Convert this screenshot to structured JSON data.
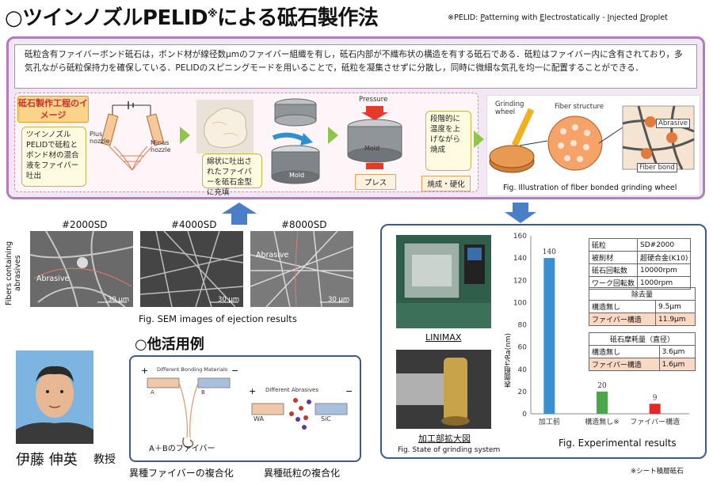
{
  "title": {
    "main": "○ツインノズルPELID",
    "sup": "※",
    "tail": "による砥石製作法"
  },
  "title_note": {
    "prefix": "※PELID: ",
    "p": "P",
    "w1": "atterning with ",
    "e": "E",
    "w2": "lectrostatically - ",
    "i": "I",
    "w3": "njected ",
    "d": "D",
    "w4": "roplet"
  },
  "intro_text": "砥粒含有ファイバーボンド砥石は，ボンド材が線径数μmのファイバー組織を有し，砥石内部が不織布状の構造を有する砥石である．砥粒はファイバー内に含有されており，多気孔ながら砥粒保持力を確保している．PELIDのスピニングモードを用いることで，砥粒を凝集させずに分散し，同時に微細な気孔を均一に配置することができる．",
  "process": {
    "tag": "砥石製作工程のイメージ",
    "step1": "ツインノズルPELIDで砥粒とボンド材の混合液をファイバー吐出",
    "plus_nozzle": "Plus nozzle",
    "minus_nozzle": "Minus nozzle",
    "step2": "綿状に吐出されたファイバーを砥石金型に充填",
    "mold_label": "Mold",
    "mold_label2": "Mold",
    "pressure": "Pressure",
    "press": "プレス",
    "step3": "段階的に温度を上げながら焼成",
    "fire": "焼成・硬化"
  },
  "fig_illust": {
    "grinding_wheel": "Grinding wheel",
    "fiber_structure": "Fiber structure",
    "abrasive": "Abrasive",
    "fiber_bond": "Fiber bond",
    "caption": "Fig. Illustration of fiber bonded grinding wheel"
  },
  "sem": {
    "labels": [
      "#2000SD",
      "#4000SD",
      "#8000SD"
    ],
    "side": "Fibers containing abrasives",
    "abrasive": "Abrasive",
    "abrasive2": "Abrasive",
    "scale": "30 μm",
    "caption": "Fig. SEM images of ejection results"
  },
  "person": {
    "name": "伊藤 伸英",
    "role": "教授"
  },
  "other": {
    "title": "○他活用例",
    "diff_bonding": "Different Bonding Materials",
    "diff_abrasives": "Different Abrasives",
    "ab_fiber": "A＋Bのファイバー",
    "wa": "WA",
    "sic": "SiC",
    "a": "A",
    "b": "B",
    "caption1": "異種ファイバーの複合化",
    "caption2": "異種砥粒の複合化"
  },
  "results": {
    "linimax": "LINIMAX",
    "zoom": "加工部拡大図",
    "state_caption": "Fig. State of grinding  system",
    "chart_caption": "Fig. Experimental results",
    "footnote": "※シート積層砥石",
    "spec": [
      [
        "砥粒",
        "SD#2000"
      ],
      [
        "被削材",
        "超硬合金(K10)"
      ],
      [
        "砥石回転数",
        "10000rpm"
      ],
      [
        "ワーク回転数",
        "1000rpm"
      ]
    ],
    "removal_title": "除去量",
    "removal": [
      [
        "構造無し",
        "9.5μm"
      ],
      [
        "ファイバー構造",
        "11.9μm"
      ]
    ],
    "wear_title": "砥石摩耗量（直径）",
    "wear": [
      [
        "構造無し",
        "3.6μm"
      ],
      [
        "ファイバー構造",
        "1.6μm"
      ]
    ]
  },
  "chart_data": {
    "type": "bar",
    "categories": [
      "加工前",
      "構造無し※",
      "ファイバー構造"
    ],
    "values": [
      140,
      20,
      9
    ],
    "ylabel": "表面粗さRa(nm)",
    "ylim": [
      0,
      160
    ],
    "yticks": [
      0,
      20,
      40,
      60,
      80,
      100,
      120,
      140,
      160
    ],
    "colors": [
      "#3a8fd0",
      "#4aa84a",
      "#e02a2a"
    ],
    "labels": [
      "140",
      "20",
      "9"
    ]
  }
}
